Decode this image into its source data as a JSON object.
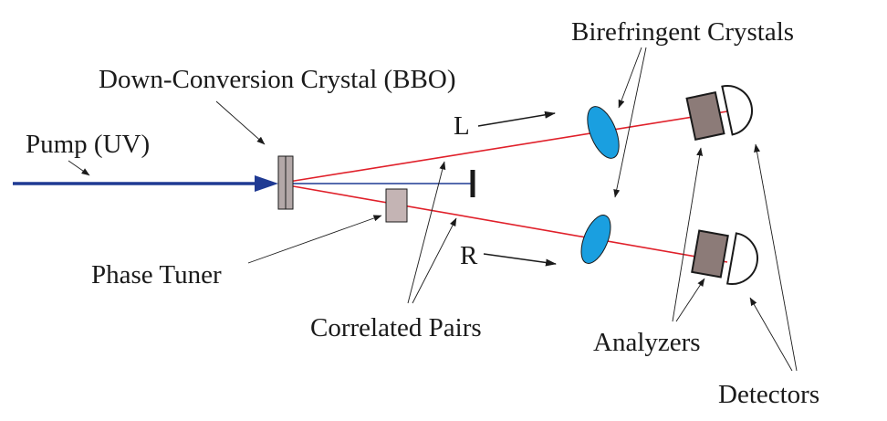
{
  "labels": {
    "birefringent_crystals": "Birefringent Crystals",
    "down_conversion_crystal": "Down-Conversion Crystal (BBO)",
    "pump": "Pump (UV)",
    "beam_l": "L",
    "beam_r": "R",
    "phase_tuner": "Phase Tuner",
    "correlated_pairs": "Correlated Pairs",
    "analyzers": "Analyzers",
    "detectors": "Detectors"
  },
  "colors": {
    "pump_beam": "#1f3a93",
    "down_converted_beam": "#e0202a",
    "birefringent_crystal": "#1a9fe0",
    "analyzer": "#8c7b78",
    "bbo_crystal": "#b3a8a8",
    "phase_tuner": "#c4b4b4",
    "outline": "#1a1a1a"
  }
}
